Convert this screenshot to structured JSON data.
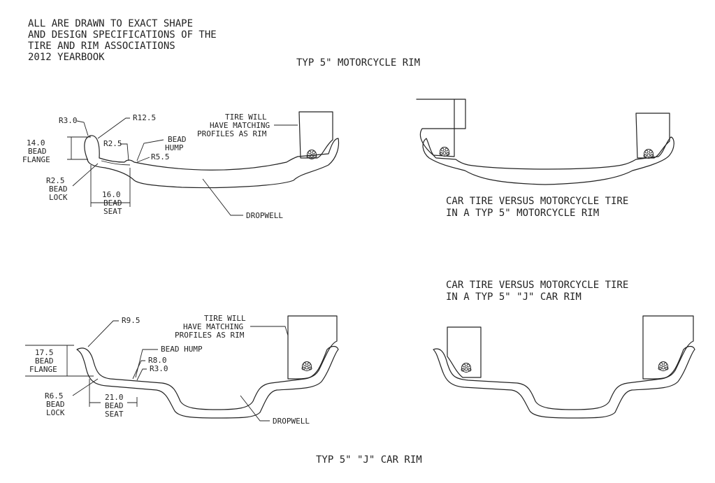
{
  "note": [
    "ALL ARE DRAWN TO EXACT SHAPE",
    "AND DESIGN SPECIFICATIONS OF THE",
    "TIRE AND RIM ASSOCIATIONS",
    "2012 YEARBOOK"
  ],
  "moto_rim": {
    "title": "TYP 5\" MOTORCYCLE RIM",
    "r30": "R3.0",
    "r125": "R12.5",
    "flange": [
      "14.0",
      "BEAD",
      "FLANGE"
    ],
    "r25_top": "R2.5",
    "bead_hump": [
      "BEAD",
      "HUMP"
    ],
    "r55": "R5.5",
    "lock": [
      "R2.5",
      "BEAD",
      "LOCK"
    ],
    "seat": [
      "16.0",
      "BEAD",
      "SEAT"
    ],
    "dropwell": "DROPWELL",
    "tire_note": [
      "TIRE WILL",
      "HAVE MATCHING",
      "PROFILES AS RIM"
    ]
  },
  "moto_compare": {
    "caption": [
      "CAR TIRE VERSUS MOTORCYCLE TIRE",
      "IN A TYP 5\" MOTORCYCLE RIM"
    ]
  },
  "car_rim": {
    "title": "TYP 5\" \"J\" CAR RIM",
    "r95": "R9.5",
    "flange": [
      "17.5",
      "BEAD",
      "FLANGE"
    ],
    "bead_hump": "BEAD HUMP",
    "r80": "R8.0",
    "r30": "R3.0",
    "lock": [
      "R6.5",
      "BEAD",
      "LOCK"
    ],
    "seat": [
      "21.0",
      "BEAD",
      "SEAT"
    ],
    "dropwell": "DROPWELL",
    "tire_note": [
      "TIRE WILL",
      "HAVE MATCHING",
      "PROFILES AS RIM"
    ]
  },
  "car_compare": {
    "caption": [
      "CAR TIRE VERSUS MOTORCYCLE TIRE",
      "IN A TYP 5\" \"J\" CAR RIM"
    ]
  }
}
